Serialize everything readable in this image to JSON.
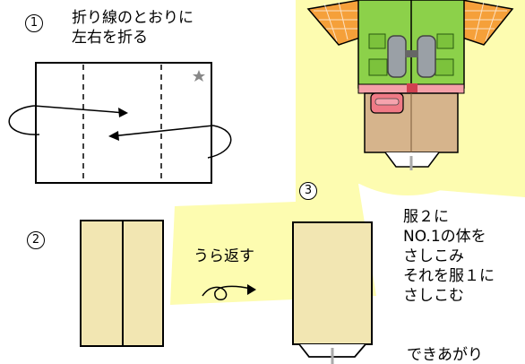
{
  "step1": {
    "number": "1",
    "instruction_line1": "折り線のとおりに",
    "instruction_line2": "左右を折る"
  },
  "step2": {
    "number": "2",
    "action_label": "うら返す"
  },
  "step3": {
    "number": "3",
    "instruction_lines": [
      "服２に",
      "NO.1の体を",
      "さしこみ",
      "それを服１に",
      "さしこむ"
    ]
  },
  "finished_label": "できあがり",
  "colors": {
    "paper": "#f2e6b2",
    "highlight": "#fdfcb0",
    "vest_green": "#8cd14a",
    "check_orange": "#f5a03a",
    "pants_tan": "#d6b48c",
    "binocular_grey": "#9aa0a6",
    "pouch_pink": "#f07a86",
    "belt_pink": "#f4a0a8"
  },
  "icons": [
    "star-icon",
    "fold-arrow-icon",
    "flip-over-icon"
  ]
}
